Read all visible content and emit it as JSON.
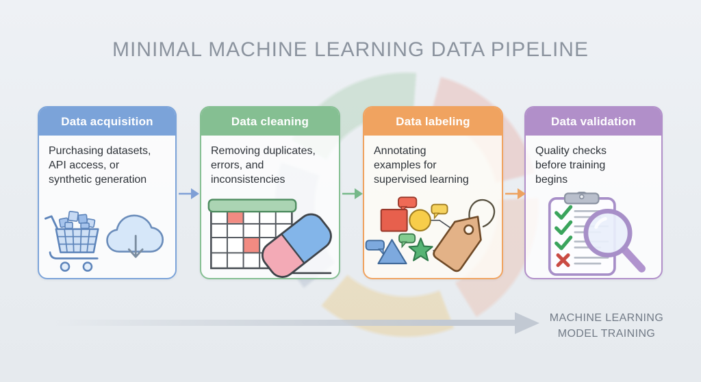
{
  "title": "MINIMAL MACHINE LEARNING DATA PIPELINE",
  "cards": [
    {
      "title": "Data acquisition",
      "lines": [
        "Purchasing datasets,",
        "API access, or",
        "synthetic generation"
      ],
      "accent": "#7ba3d9",
      "icons": [
        "shopping-cart-icon",
        "cloud-download-icon"
      ]
    },
    {
      "title": "Data cleaning",
      "lines": [
        "Removing duplicates,",
        "errors, and",
        "inconsistencies"
      ],
      "accent": "#85bf92",
      "icons": [
        "spreadsheet-icon",
        "eraser-icon"
      ]
    },
    {
      "title": "Data labeling",
      "lines": [
        "Annotating",
        "examples for",
        "supervised learning"
      ],
      "accent": "#f0a360",
      "icons": [
        "annotation-shapes-icon",
        "price-tag-icon"
      ]
    },
    {
      "title": "Data validation",
      "lines": [
        "Quality checks",
        "before training",
        "begins"
      ],
      "accent": "#b18fc9",
      "icons": [
        "checklist-clipboard-icon",
        "magnifier-icon"
      ]
    }
  ],
  "connectors": [
    {
      "color": "#7f9fd6"
    },
    {
      "color": "#76b889"
    },
    {
      "color": "#eda25f"
    }
  ],
  "footer": {
    "lines": [
      "MACHINE LEARNING",
      "MODEL TRAINING"
    ]
  },
  "colors": {
    "background": "#eaeef2",
    "title_text": "#8b939e",
    "body_text": "#2d3238",
    "footer_text": "#717a86",
    "training_arrow": "#c2c9d3"
  }
}
